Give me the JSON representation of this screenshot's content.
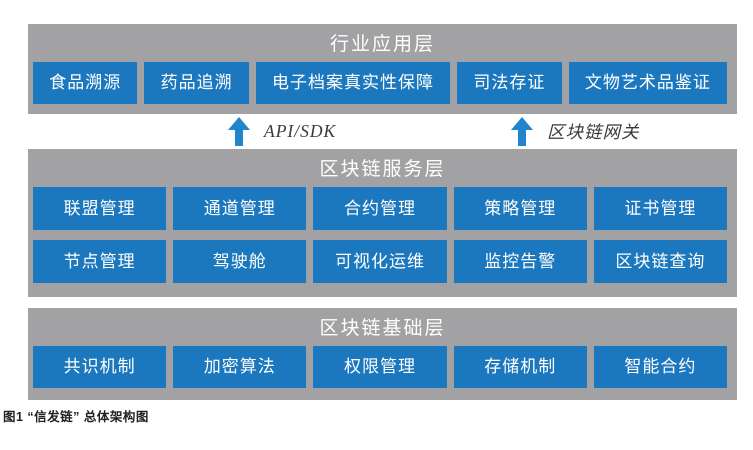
{
  "colors": {
    "page_bg": "#ffffff",
    "layer_bg": "#A2A2A4",
    "box_bg": "#1C78BE",
    "box_text": "#ffffff",
    "title_text": "#ffffff",
    "arrow": "#2185CE",
    "connector_text": "#3a3a3a",
    "caption_text": "#222222"
  },
  "layers": [
    {
      "title": "行业应用层",
      "rows": [
        [
          "食品溯源",
          "药品追溯",
          "电子档案真实性保障",
          "司法存证",
          "文物艺术品鉴证"
        ]
      ]
    },
    {
      "title": "区块链服务层",
      "rows": [
        [
          "联盟管理",
          "通道管理",
          "合约管理",
          "策略管理",
          "证书管理"
        ],
        [
          "节点管理",
          "驾驶舱",
          "可视化运维",
          "监控告警",
          "区块链查询"
        ]
      ]
    },
    {
      "title": "区块链基础层",
      "rows": [
        [
          "共识机制",
          "加密算法",
          "权限管理",
          "存储机制",
          "智能合约"
        ]
      ]
    }
  ],
  "connectors": [
    {
      "icon": "arrow-up-icon",
      "label": "API/SDK"
    },
    {
      "icon": "arrow-up-icon",
      "label": "区块链网关"
    }
  ],
  "caption": "图1 “信发链” 总体架构图"
}
